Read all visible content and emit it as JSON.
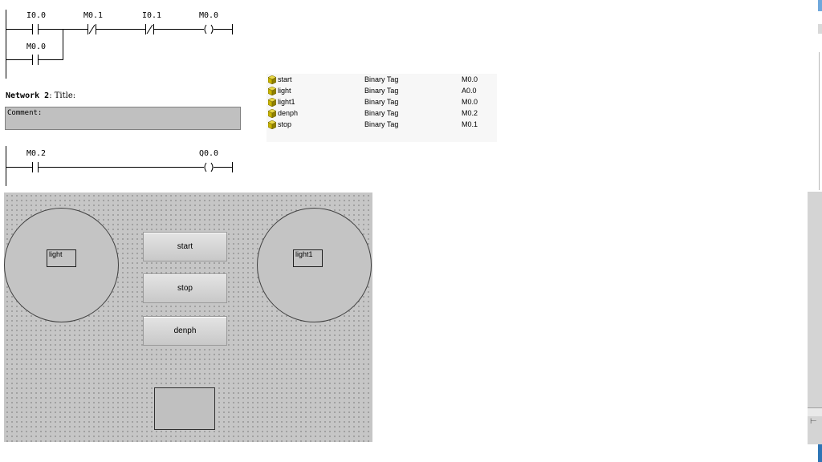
{
  "network1": {
    "contacts": [
      {
        "label": "I0.0",
        "type": "no"
      },
      {
        "label": "M0.1",
        "type": "nc"
      },
      {
        "label": "I0.1",
        "type": "nc"
      }
    ],
    "coil": {
      "label": "M0.0"
    },
    "branch_contact": {
      "label": "M0.0",
      "type": "no"
    }
  },
  "network2": {
    "header_bold": "Network 2",
    "header_rest": ": Title:",
    "comment_label": "Comment:",
    "contact": {
      "label": "M0.2",
      "type": "no"
    },
    "coil": {
      "label": "Q0.0"
    }
  },
  "tag_list": [
    {
      "name": "start",
      "type": "Binary Tag",
      "address": "M0.0"
    },
    {
      "name": "light",
      "type": "Binary Tag",
      "address": "A0.0"
    },
    {
      "name": "light1",
      "type": "Binary Tag",
      "address": "M0.0"
    },
    {
      "name": "denph",
      "type": "Binary Tag",
      "address": "M0.2"
    },
    {
      "name": "stop",
      "type": "Binary Tag",
      "address": "M0.1"
    }
  ],
  "hmi": {
    "lamp_left_label": "light",
    "lamp_right_label": "light1",
    "buttons": {
      "start": "start",
      "stop": "stop",
      "denph": "denph"
    }
  },
  "colors": {
    "canvas": "#c6c6c6",
    "tag_cube": "#c8b400",
    "accent": "#2e75b6"
  },
  "icons": {
    "tag": "yellow-cube-icon",
    "splitter": "splitter-icon"
  }
}
